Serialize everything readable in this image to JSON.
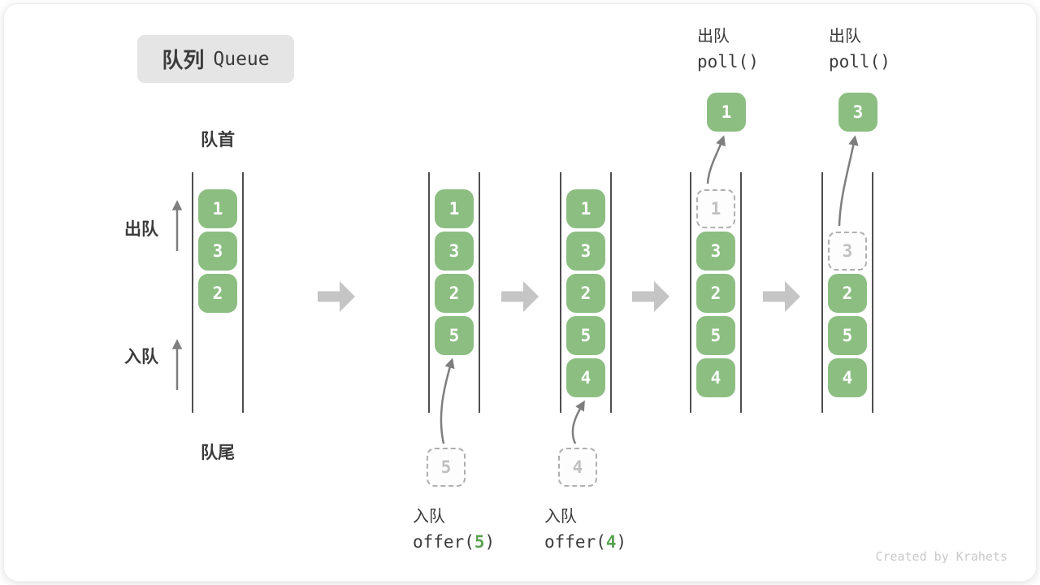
{
  "title": {
    "zh": "队列",
    "en": "Queue"
  },
  "side_labels": {
    "front": "队首",
    "rear": "队尾",
    "dequeue": "出队",
    "enqueue": "入队"
  },
  "watermark": "Created by Krahets",
  "colors": {
    "cell_green": "#8CBE82",
    "accent_green": "#5BA352",
    "dashed_border": "#AFAFAF",
    "dashed_text": "#C0C0C0",
    "step_arrow": "#C5C5C5",
    "flow_arrow": "#7E7E7E",
    "wall": "#4F4F4F",
    "text": "#3B3B3B",
    "badge_bg": "#E5E5E5",
    "watermark_color": "#C9C9C9"
  },
  "states": [
    {
      "cells": [
        {
          "slot": 1,
          "value": "1"
        },
        {
          "slot": 2,
          "value": "3"
        },
        {
          "slot": 3,
          "value": "2"
        }
      ]
    },
    {
      "cells": [
        {
          "slot": 1,
          "value": "1"
        },
        {
          "slot": 2,
          "value": "3"
        },
        {
          "slot": 3,
          "value": "2"
        },
        {
          "slot": 4,
          "value": "5"
        }
      ],
      "pending": {
        "value": "5"
      },
      "caption": {
        "op": "入队",
        "code_pre": "offer(",
        "arg": "5",
        "code_post": ")"
      }
    },
    {
      "cells": [
        {
          "slot": 1,
          "value": "1"
        },
        {
          "slot": 2,
          "value": "3"
        },
        {
          "slot": 3,
          "value": "2"
        },
        {
          "slot": 4,
          "value": "5"
        },
        {
          "slot": 5,
          "value": "4"
        }
      ],
      "pending": {
        "value": "4"
      },
      "caption": {
        "op": "入队",
        "code_pre": "offer(",
        "arg": "4",
        "code_post": ")"
      }
    },
    {
      "cells": [
        {
          "slot": 1,
          "value": "1",
          "dashed": true
        },
        {
          "slot": 2,
          "value": "3"
        },
        {
          "slot": 3,
          "value": "2"
        },
        {
          "slot": 4,
          "value": "5"
        },
        {
          "slot": 5,
          "value": "4"
        }
      ],
      "popped": {
        "value": "1"
      },
      "header": {
        "op": "出队",
        "code": "poll()"
      }
    },
    {
      "cells": [
        {
          "slot": 2,
          "value": "3",
          "dashed": true
        },
        {
          "slot": 3,
          "value": "2"
        },
        {
          "slot": 4,
          "value": "5"
        },
        {
          "slot": 5,
          "value": "4"
        }
      ],
      "popped": {
        "value": "3"
      },
      "header": {
        "op": "出队",
        "code": "poll()"
      }
    }
  ]
}
